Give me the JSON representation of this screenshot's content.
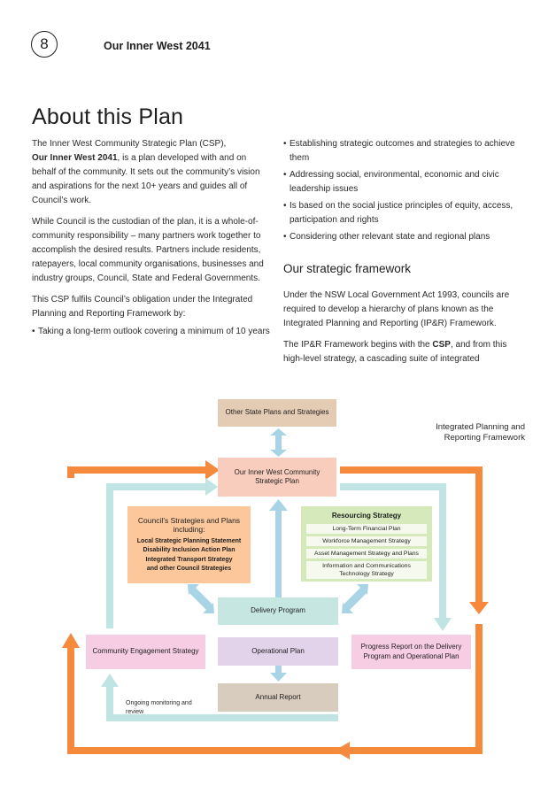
{
  "header": {
    "page_number": "8",
    "title": "Our Inner West 2041"
  },
  "page_title": "About this Plan",
  "left_column": {
    "p1_a": "The Inner West Community Strategic Plan (CSP),",
    "p1_bold": "Our Inner West 2041",
    "p1_b": ", is a plan developed with and on behalf of the community. It sets out the community’s vision and aspirations for the next 10+ years and guides all of Council’s work.",
    "p2": "While Council is the custodian of the plan, it is a whole-of-community responsibility – many partners work together to accomplish the desired results. Partners include residents, ratepayers, local community organisations, businesses and industry groups, Council, State and Federal Governments.",
    "p3": "This CSP fulfils Council’s obligation under the Integrated Planning and Reporting Framework by:",
    "bullets": [
      "Taking a long-term outlook covering a minimum of 10 years"
    ]
  },
  "right_column": {
    "bullets": [
      "Establishing strategic outcomes and strategies to achieve them",
      "Addressing social, environmental, economic and civic leadership issues",
      "Is based on the social justice principles of equity, access, participation and rights",
      "Considering other relevant state and regional plans"
    ],
    "subheading": "Our strategic framework",
    "p1": "Under the NSW Local Government Act 1993, councils are required to develop a hierarchy of plans known as the Integrated Planning and Reporting (IP&R) Framework.",
    "p2_a": "The IP&R Framework begins with the ",
    "p2_bold": "CSP",
    "p2_b": ", and from this high-level strategy, a cascading suite of integrated"
  },
  "diagram": {
    "label": "Integrated Planning and Reporting Framework",
    "other_state": "Other State Plans and Strategies",
    "csp": "Our Inner West Community Strategic Plan",
    "councils_title": "Council’s Strategies and Plans including:",
    "councils_items": [
      "Local Strategic Planning Statement",
      "Disability Inclusion Action Plan",
      "Integrated Transport Strategy",
      "and other Council Strategies"
    ],
    "resourcing_title": "Resourcing Strategy",
    "resourcing_items": [
      "Long-Term Financial Plan",
      "Workforce Management Strategy",
      "Asset Management Strategy and Plans",
      "Information and Communications Technology Strategy"
    ],
    "delivery": "Delivery Program",
    "engagement": "Community Engagement Strategy",
    "operational": "Operational Plan",
    "progress": "Progress Report on the Delivery Program and Operational Plan",
    "annual": "Annual Report",
    "ongoing": "Ongoing monitoring and review",
    "colors": {
      "orange_arrow": "#f58a3c",
      "teal_arrow": "#bfe4e3",
      "blue_arrow": "#a8d4e6"
    }
  }
}
